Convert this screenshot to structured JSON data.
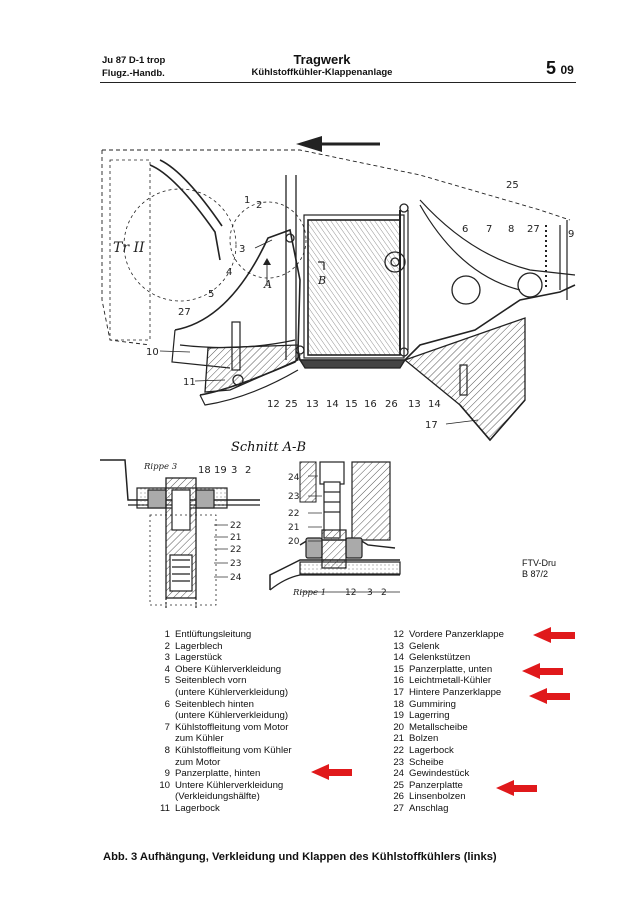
{
  "header": {
    "model": "Ju 87 D-1 trop",
    "manual": "Flugz.-Handb.",
    "title": "Tragwerk",
    "subtitle": "Kühlstoffkühler-Klappenanlage",
    "page_big": "5",
    "page_small": "09"
  },
  "figure": {
    "section_title": "Schnitt A-B",
    "labels": {
      "trII": "Tr II",
      "A": "A",
      "B": "B",
      "rippe3": "Rippe 3",
      "rippe1": "Rippe 1"
    },
    "numbers": {
      "n1": "1",
      "n2": "2",
      "n3": "3",
      "n4": "4",
      "n5": "5",
      "n6": "6",
      "n7": "7",
      "n8": "8",
      "n9": "9",
      "n10": "10",
      "n11": "11",
      "n17": "17",
      "n25": "25",
      "n27a": "27",
      "n27b": "27",
      "b12": "12",
      "b25": "25",
      "b13a": "13",
      "b14a": "14",
      "b15": "15",
      "b16": "16",
      "b26": "26",
      "b13b": "13",
      "b14b": "14",
      "s18": "18",
      "s19": "19",
      "s3": "3",
      "s2": "2",
      "s22a": "22",
      "s21": "21",
      "s22b": "22",
      "s23": "23",
      "s24": "24",
      "c24": "24",
      "c23": "23",
      "c22": "22",
      "c21": "21",
      "c20": "20",
      "c12": "12",
      "c3": "3",
      "c2": "2"
    }
  },
  "stamp": {
    "line1": "FTV-Dru",
    "line2": "B 87/2"
  },
  "legend_left": [
    {
      "num": "1",
      "text": "Entlüftungsleitung"
    },
    {
      "num": "2",
      "text": "Lagerblech"
    },
    {
      "num": "3",
      "text": "Lagerstück"
    },
    {
      "num": "4",
      "text": "Obere Kühlerverkleidung"
    },
    {
      "num": "5",
      "text": "Seitenblech vorn"
    },
    {
      "num": "",
      "text": "(untere Kühlerverkleidung)"
    },
    {
      "num": "6",
      "text": "Seitenblech hinten"
    },
    {
      "num": "",
      "text": "(untere Kühlerverkleidung)"
    },
    {
      "num": "7",
      "text": "Kühlstoffleitung vom Motor"
    },
    {
      "num": "",
      "text": "zum Kühler"
    },
    {
      "num": "8",
      "text": "Kühlstoffleitung vom Kühler"
    },
    {
      "num": "",
      "text": "zum Motor"
    },
    {
      "num": "9",
      "text": "Panzerplatte, hinten"
    },
    {
      "num": "10",
      "text": "Untere Kühlerverkleidung"
    },
    {
      "num": "",
      "text": "(Verkleidungshälfte)"
    },
    {
      "num": "11",
      "text": "Lagerbock"
    }
  ],
  "legend_right": [
    {
      "num": "12",
      "text": "Vordere Panzerklappe"
    },
    {
      "num": "13",
      "text": "Gelenk"
    },
    {
      "num": "14",
      "text": "Gelenkstützen"
    },
    {
      "num": "15",
      "text": "Panzerplatte, unten"
    },
    {
      "num": "16",
      "text": "Leichtmetall-Kühler"
    },
    {
      "num": "17",
      "text": "Hintere Panzerklappe"
    },
    {
      "num": "18",
      "text": "Gummiring"
    },
    {
      "num": "19",
      "text": "Lagerring"
    },
    {
      "num": "20",
      "text": "Metallscheibe"
    },
    {
      "num": "21",
      "text": "Bolzen"
    },
    {
      "num": "22",
      "text": "Lagerbock"
    },
    {
      "num": "23",
      "text": "Scheibe"
    },
    {
      "num": "24",
      "text": "Gewindestück"
    },
    {
      "num": "25",
      "text": "Panzerplatte"
    },
    {
      "num": "26",
      "text": "Linsenbolzen"
    },
    {
      "num": "27",
      "text": "Anschlag"
    }
  ],
  "caption": "Abb. 3 Aufhängung, Verkleidung und Klappen des Kühlstoffkühlers (links)",
  "colors": {
    "ink": "#222222",
    "arrow": "#e0191b",
    "hatch": "#555555"
  }
}
